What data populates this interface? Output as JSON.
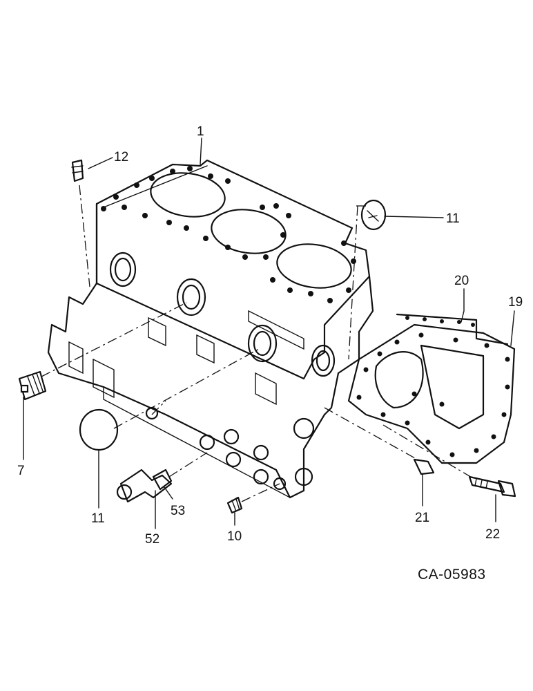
{
  "callouts": {
    "c1": "1",
    "c12": "12",
    "c11_top": "11",
    "c20": "20",
    "c19": "19",
    "c7": "7",
    "c11_bottom": "11",
    "c52": "52",
    "c53": "53",
    "c10": "10",
    "c21": "21",
    "c22": "22"
  },
  "reference_code": "CA-05983"
}
